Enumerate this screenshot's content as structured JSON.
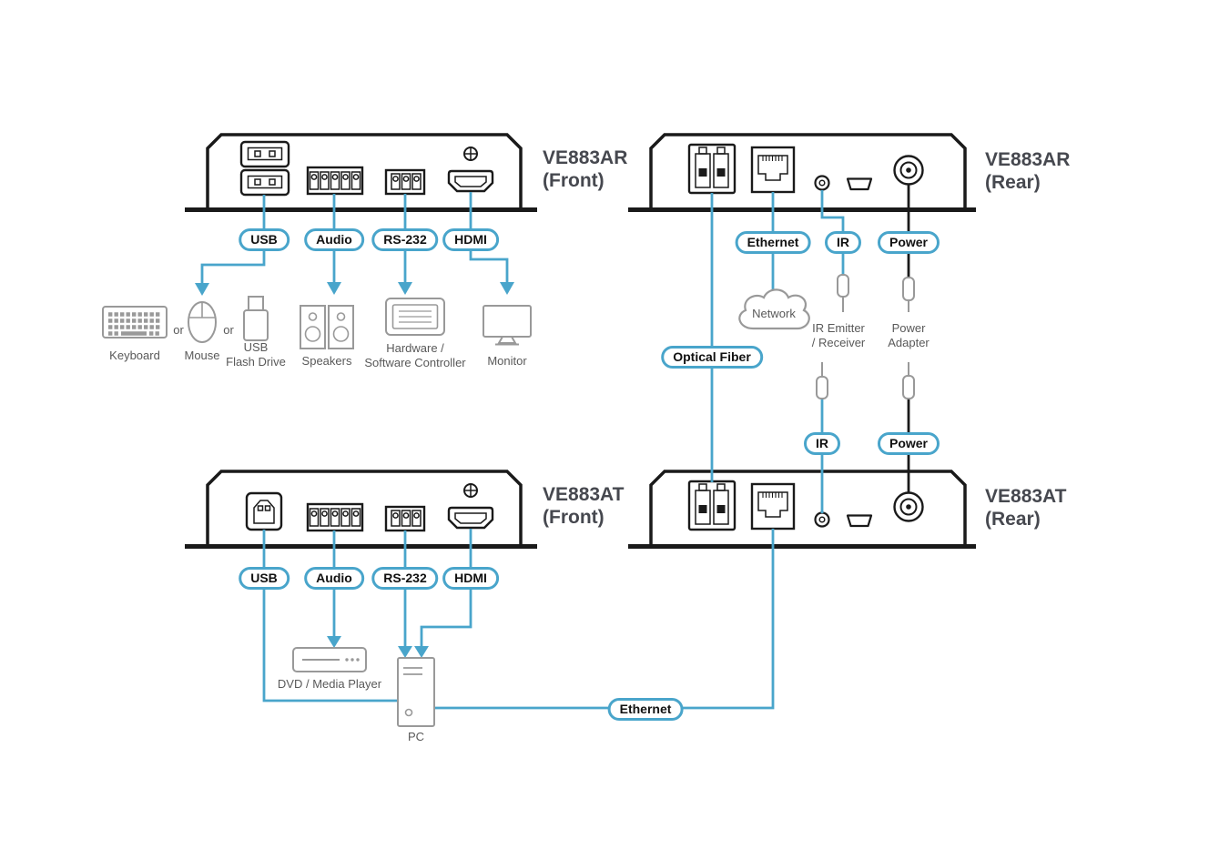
{
  "colors": {
    "accent_blue": "#49a5cb",
    "line_black": "#1a1a1a",
    "icon_gray": "#999999",
    "title_gray": "#46484f",
    "caption_gray": "#595959"
  },
  "devices": {
    "ar_front": {
      "model": "VE883AR",
      "view": "(Front)"
    },
    "ar_rear": {
      "model": "VE883AR",
      "view": "(Rear)"
    },
    "at_front": {
      "model": "VE883AT",
      "view": "(Front)"
    },
    "at_rear": {
      "model": "VE883AT",
      "view": "(Rear)"
    }
  },
  "port_labels": {
    "usb": "USB",
    "audio": "Audio",
    "rs232": "RS-232",
    "hdmi": "HDMI",
    "ethernet": "Ethernet",
    "ir": "IR",
    "power": "Power",
    "optical_fiber": "Optical Fiber"
  },
  "captions": {
    "keyboard": "Keyboard",
    "or": "or",
    "mouse": "Mouse",
    "usb_flash_drive": "USB\nFlash Drive",
    "speakers": "Speakers",
    "controller": "Hardware /\nSoftware Controller",
    "monitor": "Monitor",
    "network": "Network",
    "ir_emitter_receiver": "IR Emitter\n/ Receiver",
    "power_adapter": "Power\nAdapter",
    "dvd_media_player": "DVD / Media Player",
    "pc": "PC"
  }
}
